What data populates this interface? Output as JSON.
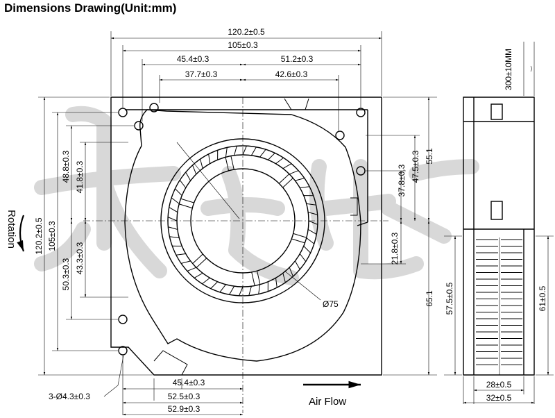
{
  "title": "Dimensions Drawing(Unit:mm)",
  "front": {
    "overall_width": "120.2±0.5",
    "hole_pitch_top": "105±0.3",
    "left_to_center_top": "45.4±0.3",
    "center_to_right_top": "51.2±0.3",
    "left_inner_top": "37.7±0.3",
    "right_inner_top": "42.6±0.3",
    "overall_height": "120.2±0.5",
    "hole_pitch_side": "105±0.3",
    "upper_left_a": "48.8±0.3",
    "upper_left_b": "41.8±0.3",
    "lower_left_a": "43.3±0.3",
    "lower_left_b": "50.3±0.3",
    "right_a": "37.8±0.3",
    "right_b": "47.5±0.3",
    "right_c": "55.1",
    "right_outlet": "21.8±0.3",
    "right_total": "65.1",
    "inlet_diameter": "Ø75",
    "bottom_a": "45.4±0.3",
    "bottom_b": "52.5±0.3",
    "bottom_c": "52.9±0.3",
    "holes": "3-Ø4.3±0.3",
    "rotation": "Rotation",
    "airflow": "Air Flow"
  },
  "side": {
    "lead_wire": "300±10MM",
    "outlet_height": "57.5±0.5",
    "outlet_total": "61±0.5",
    "inner_width": "28±0.5",
    "outer_width": "32±0.5"
  }
}
